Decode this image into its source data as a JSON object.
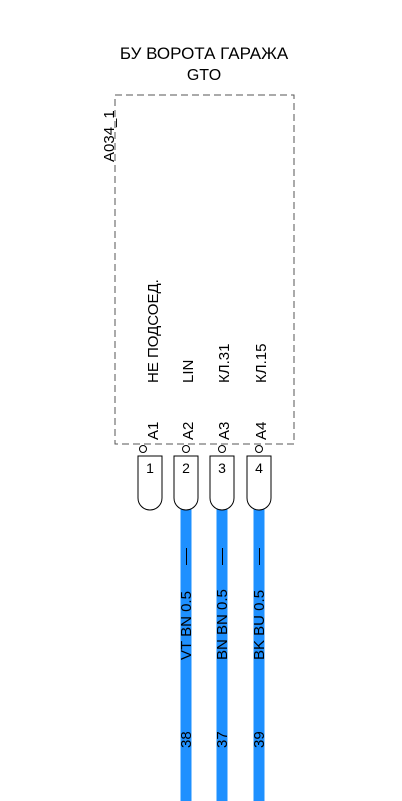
{
  "component": {
    "title": "БУ ВОРОТА ГАРАЖА",
    "subtitle": "GTO",
    "ref": "A034_1"
  },
  "pins": [
    {
      "pin": "A1",
      "signal": "НЕ ПОДСОЕД.",
      "terminal": "1",
      "wire": null
    },
    {
      "pin": "A2",
      "signal": "LIN",
      "terminal": "2",
      "wire": {
        "label": "VT BN 0.5",
        "number": "38",
        "color": "#1e90ff"
      }
    },
    {
      "pin": "A3",
      "signal": "КЛ.31",
      "terminal": "3",
      "wire": {
        "label": "BN BN 0.5",
        "number": "37",
        "color": "#1e90ff"
      }
    },
    {
      "pin": "A4",
      "signal": "КЛ.15",
      "terminal": "4",
      "wire": {
        "label": "BK BU 0.5",
        "number": "39",
        "color": "#1e90ff"
      }
    }
  ]
}
